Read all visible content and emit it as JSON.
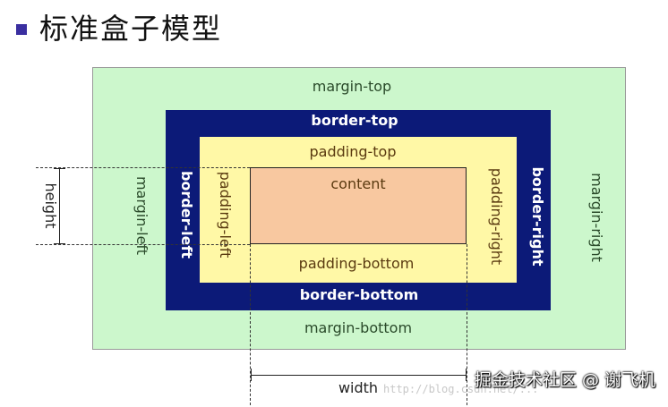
{
  "title": "标准盒子模型",
  "labels": {
    "margin_top": "margin-top",
    "margin_bottom": "margin-bottom",
    "margin_left": "margin-left",
    "margin_right": "margin-right",
    "border_top": "border-top",
    "border_bottom": "border-bottom",
    "border_left": "border-left",
    "border_right": "border-right",
    "padding_top": "padding-top",
    "padding_bottom": "padding-bottom",
    "padding_left": "padding-left",
    "padding_right": "padding-right",
    "content": "content",
    "height": "height",
    "width": "width"
  },
  "watermark": "掘金技术社区 @ 谢飞机",
  "url_watermark": "http://blog.csdn.net/..."
}
